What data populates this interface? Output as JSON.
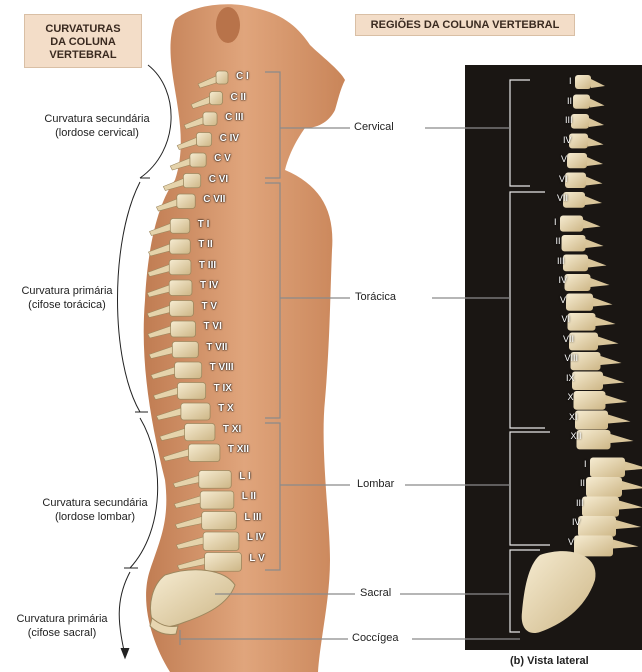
{
  "titles": {
    "curvatures_line1": "CURVATURAS",
    "curvatures_line2": "DA COLUNA",
    "curvatures_line3": "VERTEBRAL",
    "regions": "REGIÕES DA COLUNA VERTEBRAL"
  },
  "curvatures": [
    {
      "line1": "Curvatura secundária",
      "line2": "(lordose cervical)"
    },
    {
      "line1": "Curvatura primária",
      "line2": "(cifose torácica)"
    },
    {
      "line1": "Curvatura secundária",
      "line2": "(lordose lombar)"
    },
    {
      "line1": "Curvatura primária",
      "line2": "(cifose sacral)"
    }
  ],
  "vertebrae": [
    "C I",
    "C II",
    "C III",
    "C IV",
    "C V",
    "C VI",
    "C VII",
    "T I",
    "T II",
    "T III",
    "T IV",
    "T V",
    "T VI",
    "T VII",
    "T VIII",
    "T IX",
    "T X",
    "T XI",
    "T XII",
    "L I",
    "L II",
    "L III",
    "L IV",
    "L V"
  ],
  "regions": [
    "Cervical",
    "Torácica",
    "Lombar",
    "Sacral",
    "Coccígea"
  ],
  "photo_labels": [
    "I",
    "II",
    "III",
    "IV",
    "V",
    "VI",
    "VII",
    "I",
    "II",
    "III",
    "IV",
    "V",
    "VI",
    "VII",
    "VIII",
    "IX",
    "X",
    "XI",
    "XII",
    "I",
    "II",
    "III",
    "IV",
    "V"
  ],
  "caption": "(b) Vista lateral",
  "colors": {
    "skin": "#d99a70",
    "skin_dark": "#b9754c",
    "bone": "#efe1c0",
    "bone_shadow": "#c9b489",
    "photo_bg": "#1a1613"
  }
}
